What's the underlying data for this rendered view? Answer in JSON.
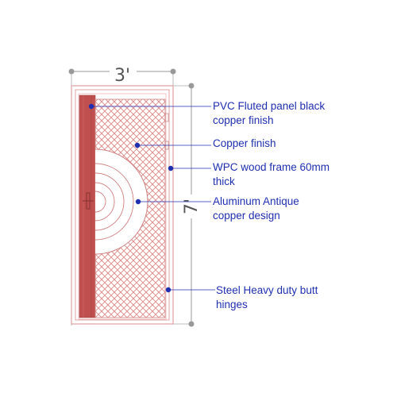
{
  "dimensions": {
    "width_label": "3'",
    "height_label": "7'"
  },
  "annotations": [
    {
      "id": "pvc-panel",
      "lines": [
        "PVC Fluted panel black",
        "copper finish"
      ]
    },
    {
      "id": "copper-finish",
      "lines": [
        "Copper finish"
      ]
    },
    {
      "id": "wpc-frame",
      "lines": [
        "WPC  wood  frame  60mm",
        "thick"
      ]
    },
    {
      "id": "aluminum-design",
      "lines": [
        "Aluminum Antique",
        "copper design"
      ]
    },
    {
      "id": "steel-hinges",
      "lines": [
        "Steel Heavy duty butt",
        "hinges"
      ]
    }
  ],
  "colors": {
    "frame_line": "#e0a0a0",
    "fluted_panel": "#c05050",
    "hatch": "#d67a7a",
    "leader": "#1f2fb0",
    "dimension": "#999999"
  }
}
